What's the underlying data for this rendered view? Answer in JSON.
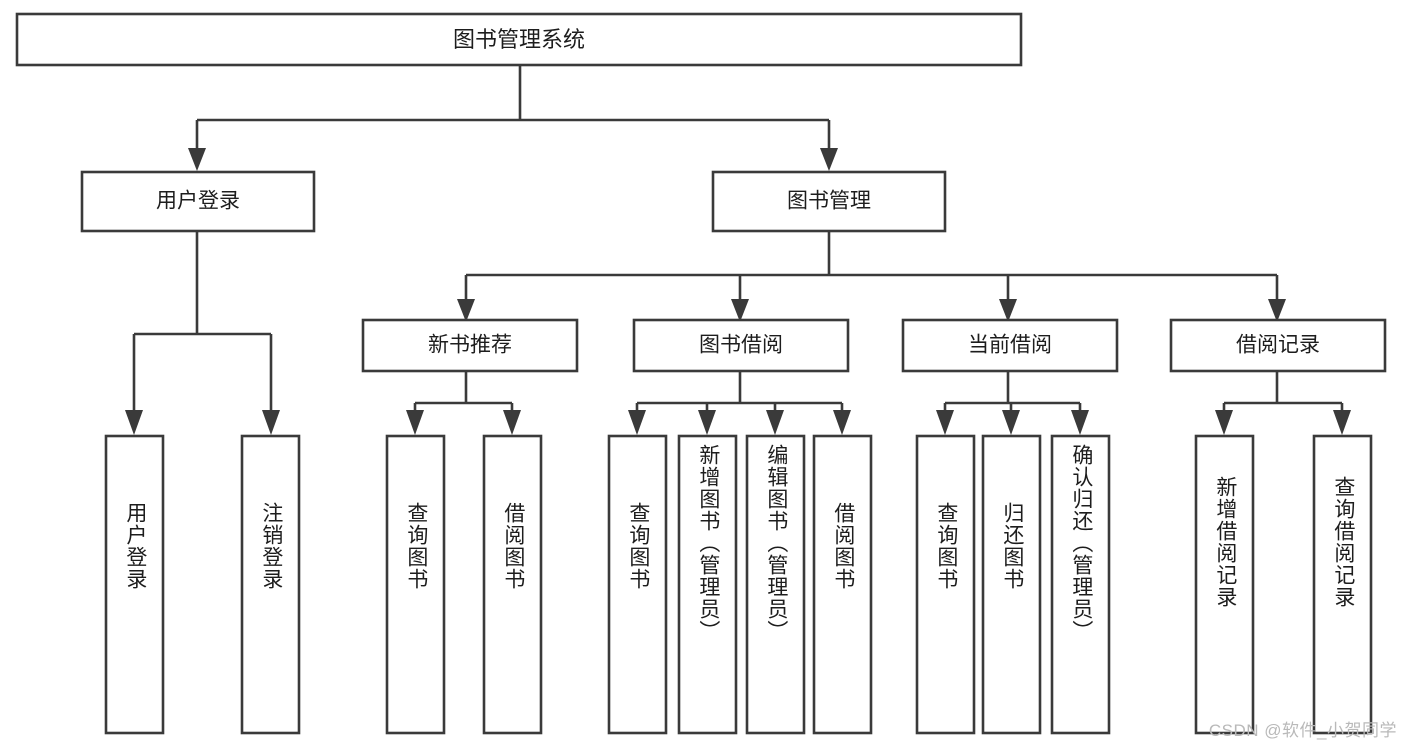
{
  "diagram": {
    "title": "图书管理系统",
    "type": "tree-hierarchy",
    "root": {
      "label": "图书管理系统"
    },
    "level1": [
      {
        "label": "用户登录"
      },
      {
        "label": "图书管理"
      }
    ],
    "level2": [
      {
        "label": "新书推荐"
      },
      {
        "label": "图书借阅"
      },
      {
        "label": "当前借阅"
      },
      {
        "label": "借阅记录"
      }
    ],
    "leaves": {
      "user_login": [
        {
          "label": "用户登录"
        },
        {
          "label": "注销登录"
        }
      ],
      "new_book_recommend": [
        {
          "label": "查询图书"
        },
        {
          "label": "借阅图书"
        }
      ],
      "book_borrow": [
        {
          "label": "查询图书"
        },
        {
          "label": "新增图书（管理员）"
        },
        {
          "label": "编辑图书（管理员）"
        },
        {
          "label": "借阅图书"
        }
      ],
      "current_borrow": [
        {
          "label": "查询图书"
        },
        {
          "label": "归还图书"
        },
        {
          "label": "确认归还（管理员）"
        }
      ],
      "borrow_record": [
        {
          "label": "新增借阅记录"
        },
        {
          "label": "查询借阅记录"
        }
      ]
    }
  },
  "watermark": {
    "text": "CSDN @软件_小贺同学"
  },
  "colors": {
    "stroke": "#3a3a3a",
    "fill": "#ffffff",
    "text": "#1d1d1d",
    "watermark": "#b9b9b9"
  }
}
